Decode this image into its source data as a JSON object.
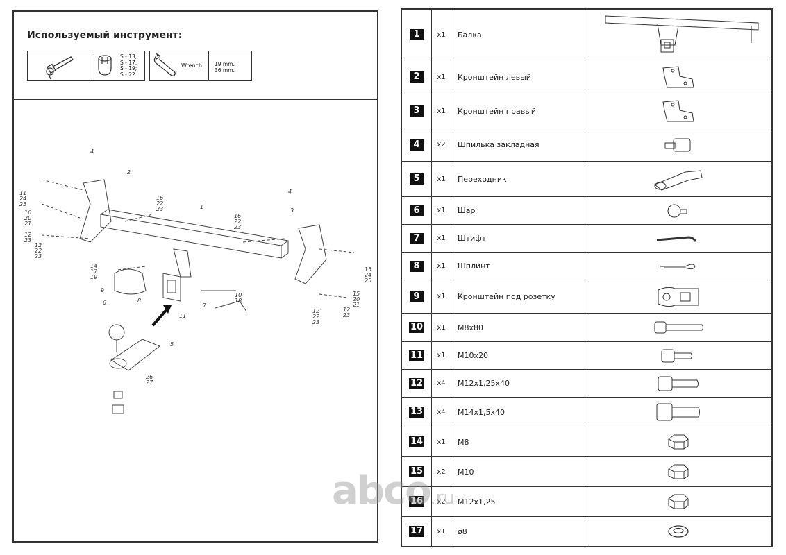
{
  "tools": {
    "title": "Используемый инструмент:",
    "socket_sizes": [
      "S - 13;",
      "S - 17;",
      "S - 19;",
      "S - 22."
    ],
    "wrench_label": "Wrench",
    "wrench_sizes": [
      "19 mm.",
      "36 mm."
    ]
  },
  "diagram": {
    "callouts": [
      "4",
      "2",
      "11",
      "24",
      "25",
      "16",
      "20",
      "21",
      "12",
      "23",
      "12",
      "22",
      "23",
      "16",
      "22",
      "23",
      "1",
      "16",
      "22",
      "23",
      "4",
      "3",
      "15",
      "24",
      "25",
      "14",
      "17",
      "19",
      "9",
      "8",
      "6",
      "10",
      "18",
      "7",
      "11",
      "5",
      "15",
      "20",
      "21",
      "12",
      "23",
      "12",
      "22",
      "23",
      "26",
      "27"
    ]
  },
  "parts": [
    {
      "num": "1",
      "qty": "x1",
      "name": "Балка",
      "icon": "beam"
    },
    {
      "num": "2",
      "qty": "x1",
      "name": "Кронштейн левый",
      "icon": "bracket"
    },
    {
      "num": "3",
      "qty": "x1",
      "name": "Кронштейн правый",
      "icon": "bracket"
    },
    {
      "num": "4",
      "qty": "x2",
      "name": "Шпилька закладная",
      "icon": "stud"
    },
    {
      "num": "5",
      "qty": "x1",
      "name": "Переходник",
      "icon": "adapter"
    },
    {
      "num": "6",
      "qty": "x1",
      "name": "Шар",
      "icon": "ball"
    },
    {
      "num": "7",
      "qty": "x1",
      "name": "Штифт",
      "icon": "pin"
    },
    {
      "num": "8",
      "qty": "x1",
      "name": "Шплинт",
      "icon": "clip"
    },
    {
      "num": "9",
      "qty": "x1",
      "name": "Кронштейн под розетку",
      "icon": "socket-bracket"
    },
    {
      "num": "10",
      "qty": "x1",
      "name": "M8x80",
      "icon": "bolt-long"
    },
    {
      "num": "11",
      "qty": "x1",
      "name": "M10x20",
      "icon": "bolt-short"
    },
    {
      "num": "12",
      "qty": "x4",
      "name": "M12x1,25x40",
      "icon": "bolt"
    },
    {
      "num": "13",
      "qty": "x4",
      "name": "M14x1,5x40",
      "icon": "bolt-big"
    },
    {
      "num": "14",
      "qty": "x1",
      "name": "M8",
      "icon": "nut"
    },
    {
      "num": "15",
      "qty": "x2",
      "name": "M10",
      "icon": "nut"
    },
    {
      "num": "16",
      "qty": "x2",
      "name": "M12x1,25",
      "icon": "nut"
    },
    {
      "num": "17",
      "qty": "x1",
      "name": "ø8",
      "icon": "washer"
    }
  ],
  "watermark": {
    "main": "abco",
    "suffix": ".ru"
  }
}
